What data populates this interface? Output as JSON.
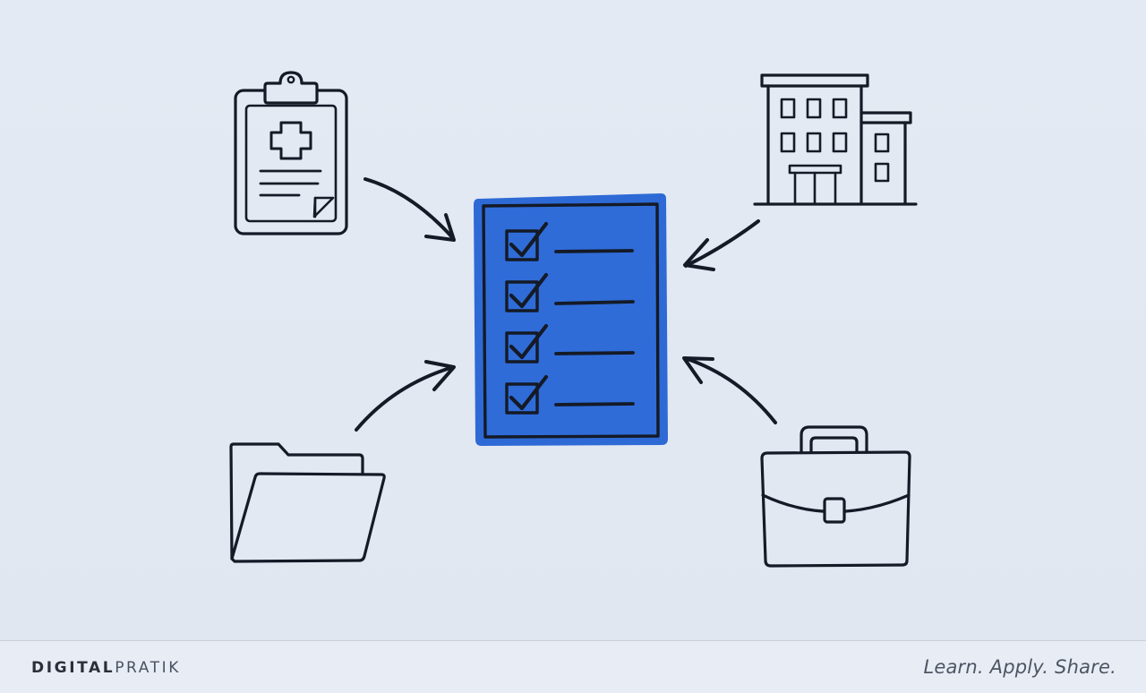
{
  "footer": {
    "brand_strong": "DIGITAL",
    "brand_light": "PRATIK",
    "tagline": "Learn. Apply. Share."
  },
  "diagram": {
    "center": {
      "icon": "checklist-document-icon",
      "highlight_color": "#2e6ad6",
      "checked_items": 4
    },
    "sources": [
      {
        "icon": "medical-clipboard-icon",
        "arrow_direction": "into-checklist"
      },
      {
        "icon": "office-building-icon",
        "arrow_direction": "into-checklist"
      },
      {
        "icon": "folder-icon",
        "arrow_direction": "into-checklist"
      },
      {
        "icon": "briefcase-icon",
        "arrow_direction": "into-checklist"
      }
    ],
    "ink_color": "#141a26"
  }
}
